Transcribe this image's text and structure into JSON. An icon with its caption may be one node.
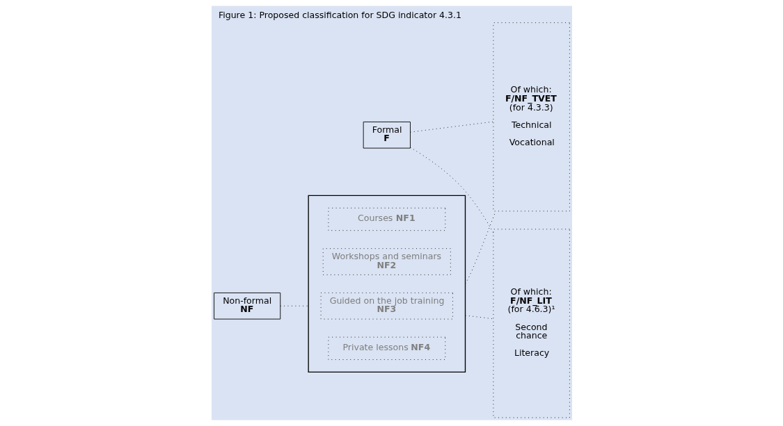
{
  "diagram": {
    "title": "Figure 1: Proposed classification for SDG indicator 4.3.1",
    "nodes": [
      {
        "text": [
          "Formal",
          "F"
        ]
      },
      {
        "text": [
          "Non-formal",
          "NF"
        ]
      },
      {
        "text": [],
        "shape": "box"
      },
      {
        "text": [
          "Courses **NF1**"
        ],
        "in": 2
      },
      {
        "text": [
          "Workshops and seminars",
          "NF2"
        ],
        "in": 2
      },
      {
        "text": [
          "Guided on the job training",
          "NF3"
        ],
        "in": 2
      },
      {
        "text": [
          "Private lessons **NF4**"
        ],
        "in": 2
      },
      {
        "text": [
          "Of which:",
          "F/NF_TVET",
          "(for 4.3.3)",
          "Technical",
          "Vocational"
        ]
      },
      {
        "text": [
          "Of which:",
          "F/NF_LIT",
          "(for 4.6.3)¹",
          "Second chance",
          "Literacy"
        ]
      }
    ],
    "edges": [
      {
        "from": 1,
        "to": 2,
        "arrow": "none",
        "style": "dashed"
      },
      {
        "from": 0,
        "to": 7,
        "arrow": "none",
        "style": "dashed"
      },
      {
        "from": 0,
        "to": 8,
        "arrow": "none",
        "style": "dashed"
      },
      {
        "from": 2,
        "to": 7,
        "arrow": "none",
        "style": "dashed"
      },
      {
        "from": 2,
        "to": 8,
        "arrow": "none",
        "style": "dashed"
      }
    ]
  }
}
